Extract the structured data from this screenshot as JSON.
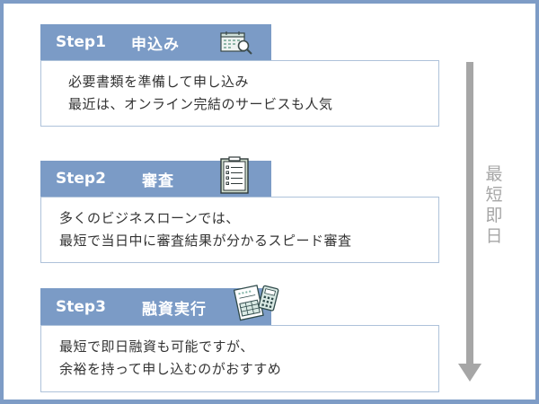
{
  "steps": [
    {
      "number": "Step1",
      "title": "申込み",
      "icon": "calendar-search-icon",
      "lines": [
        "必要書類を準備して申し込み",
        "最近は、オンライン完結のサービスも人気"
      ]
    },
    {
      "number": "Step2",
      "title": "審査",
      "icon": "clipboard-checklist-icon",
      "lines": [
        "多くのビジネスローンでは、",
        "最短で当日中に審査結果が分かるスピード審査"
      ]
    },
    {
      "number": "Step3",
      "title": "融資実行",
      "icon": "document-calculator-icon",
      "lines": [
        "最短で即日融資も可能ですが、",
        "余裕を持って申し込むのがおすすめ"
      ]
    }
  ],
  "timeline": {
    "label_chars": [
      "最",
      "短",
      "即",
      "日"
    ],
    "label": "最短即日",
    "icon": "arrow-down-icon"
  },
  "colors": {
    "frame": "#7e9cc6",
    "header": "#7b9bc6",
    "box_border": "#aec2da",
    "arrow": "#a6a6a6",
    "text": "#333333"
  }
}
